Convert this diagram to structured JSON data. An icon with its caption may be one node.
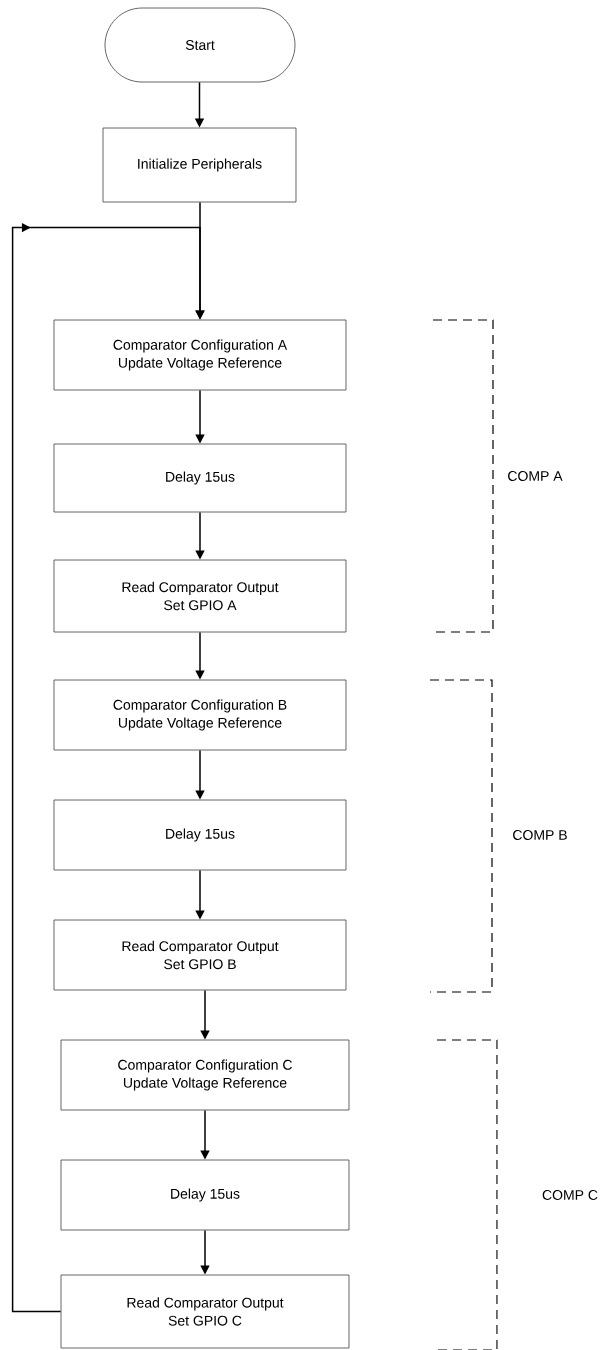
{
  "diagram": {
    "nodes": [
      {
        "text": [
          "Start"
        ]
      },
      {
        "text": [
          "Initialize Peripherals"
        ]
      },
      {
        "text": [
          "Comparator Configuration A",
          "Update Voltage Reference"
        ]
      },
      {
        "text": [
          "Delay 15us"
        ]
      },
      {
        "text": [
          "Read Comparator Output",
          "Set GPIO A"
        ]
      },
      {
        "text": [
          "Comparator Configuration B",
          "Update Voltage Reference"
        ]
      },
      {
        "text": [
          "Delay 15us"
        ]
      },
      {
        "text": [
          "Read Comparator Output",
          "Set GPIO B"
        ]
      },
      {
        "text": [
          "Comparator Configuration C",
          "Update Voltage Reference"
        ]
      },
      {
        "text": [
          "Delay 15us"
        ]
      },
      {
        "text": [
          "Read Comparator Output",
          "Set GPIO C"
        ]
      }
    ],
    "edges": [
      {
        "from": 0,
        "to": 1,
        "arrow": "to"
      },
      {
        "from": 1,
        "to": 2,
        "arrow": "to"
      },
      {
        "from": 2,
        "to": 3,
        "arrow": "to"
      },
      {
        "from": 3,
        "to": 4,
        "arrow": "to"
      },
      {
        "from": 4,
        "to": 5,
        "arrow": "to"
      },
      {
        "from": 5,
        "to": 6,
        "arrow": "to"
      },
      {
        "from": 6,
        "to": 7,
        "arrow": "to"
      },
      {
        "from": 7,
        "to": 8,
        "arrow": "to"
      },
      {
        "from": 8,
        "to": 9,
        "arrow": "to"
      },
      {
        "from": 9,
        "to": 10,
        "arrow": "to"
      },
      {
        "from": 10,
        "to": 2,
        "arrow": "to"
      }
    ],
    "labels": [
      "COMP A",
      "COMP B",
      "COMP C"
    ]
  }
}
